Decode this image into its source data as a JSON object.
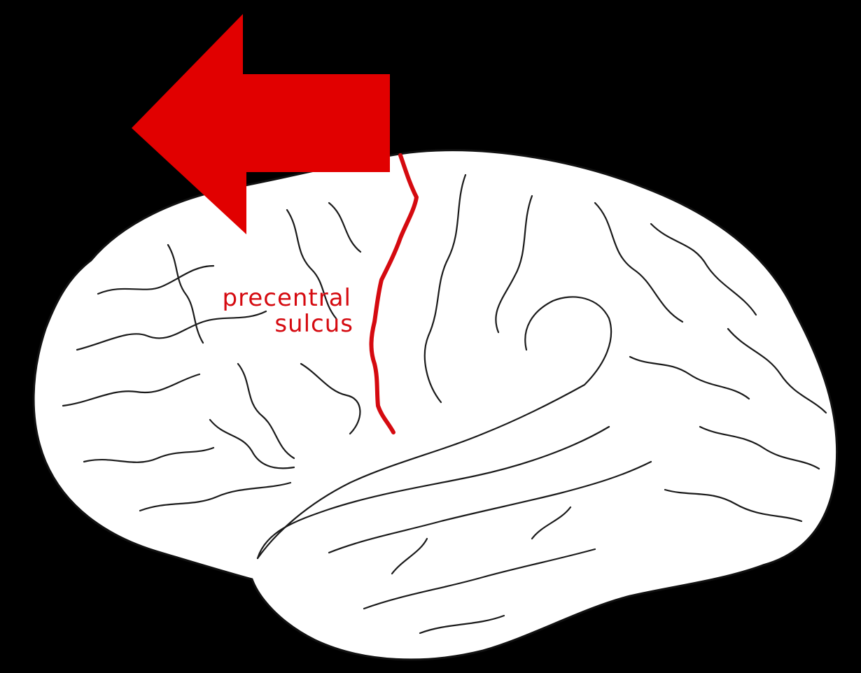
{
  "colors": {
    "background": "#000000",
    "brain_fill": "#ffffff",
    "brain_outline": "#111111",
    "highlight": "#d50a10",
    "arrow": "#e10000"
  },
  "arrow": {
    "icon": "left-arrow-icon",
    "direction": "left"
  },
  "label": {
    "line1": "precentral",
    "line2": "sulcus"
  }
}
